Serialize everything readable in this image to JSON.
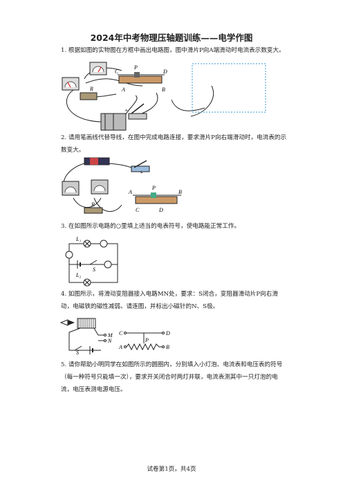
{
  "title": "2024年中考物理压轴题训练——电学作图",
  "questions": [
    {
      "text": "1. 根据如图的实物图在方框中画出电路图，图中滑片P向A端滑动时电流表示数变大。"
    },
    {
      "text": "2. 请用笔画线代替导线，在图中完成电路连接，要求滑片P向右端滑动时，电流表的示数变大。"
    },
    {
      "text": "3. 在如图所示电路的○里填上适当的电表符号，使电路能正常工作。"
    },
    {
      "text": "4. 如图所示，将滑动变阻器接入电路MN处，要求：S闭合，变阻器滑动片P向右滑动，电磁铁的磁性减弱。请连图，并标出小磁针的N、S极。"
    },
    {
      "text": "5. 请你帮助小明同学在如图所示的圆圈内，分别填入小灯泡、电流表和电压表的符号（每一种符号只能填一次），要求开关闭合时两灯并联，电流表测其中一只灯泡的电流，电压表测电源电压。"
    }
  ],
  "fig1": {
    "labels": {
      "C": "C",
      "P": "P",
      "D": "D",
      "A": "A",
      "B": "B",
      "R": "R",
      "plus": "+"
    }
  },
  "fig2": {
    "labels": {
      "A": "A",
      "P": "P",
      "B": "B",
      "C": "C",
      "D": "D",
      "R": "R"
    }
  },
  "fig3": {
    "labels": {
      "L1": "L₁",
      "L2": "L₂",
      "S": "S"
    }
  },
  "fig4": {
    "labels": {
      "M": "M",
      "N": "N",
      "S": "S",
      "C": "C",
      "D": "D",
      "A": "A",
      "B": "B",
      "P": "P"
    }
  },
  "footer": "试卷第1页，共4页"
}
